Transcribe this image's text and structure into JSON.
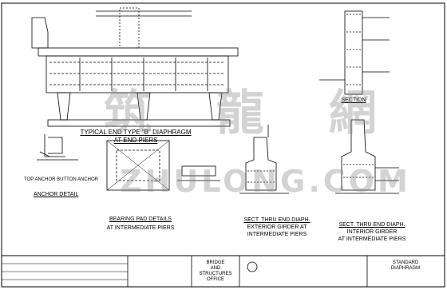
{
  "sheet": {
    "views": {
      "diaphragm_title": "TYPICAL END TYPE \"B\" DIAPHRAGM",
      "diaphragm_subtitle": "AT END PIERS",
      "section_label": "SECTION",
      "anchor_title": "TOP ANCHOR BUTTON ANCHOR",
      "anchor_detail_label": "ANCHOR DETAIL",
      "bearing_title": "BEARING PAD DETAILS",
      "bearing_subtitle": "AT INTERMEDIATE PIERS",
      "exterior_title": "SECT. THRU END DIAPH.",
      "exterior_sub1": "EXTERIOR GIRDER AT",
      "exterior_sub2": "INTERMEDIATE PIERS",
      "interior_title": "SECT. THRU END DIAPH.",
      "interior_sub1": "INTERIOR GIRDER",
      "interior_sub2": "AT INTERMEDIATE PIERS"
    },
    "watermark": {
      "chars": "筑 龍 網",
      "latin": "ZHULONG.COM"
    },
    "title_block": {
      "structures_line1": "BRIDGE",
      "structures_line2": "AND",
      "structures_line3": "STRUCTURES",
      "structures_line4": "OFFICE",
      "drawing_title_line1": "STANDARD",
      "drawing_title_line2": "DIAPHRAGM"
    },
    "colors": {
      "ink": "#000000",
      "paper": "#ffffff",
      "watermark": "#8c8c8c"
    }
  }
}
